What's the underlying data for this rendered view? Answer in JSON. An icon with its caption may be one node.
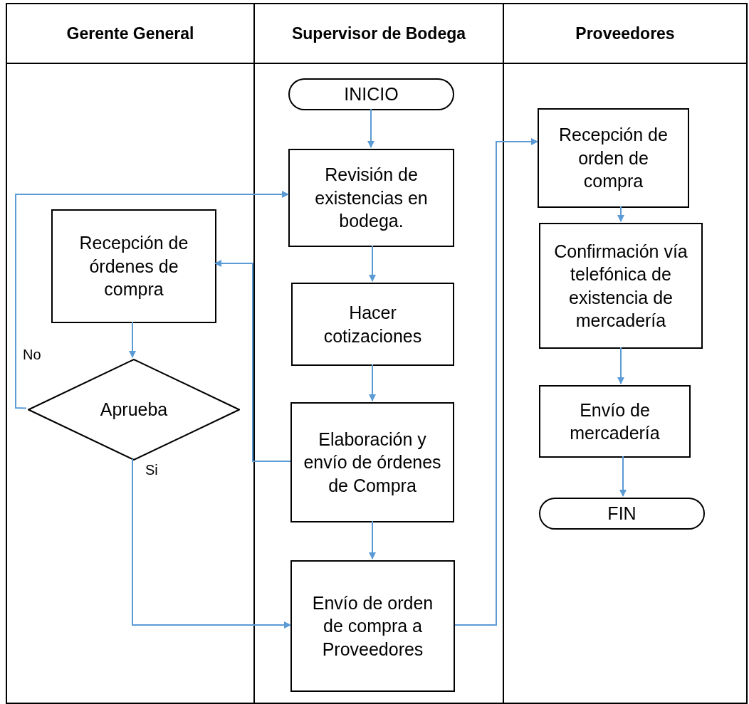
{
  "diagram": {
    "nodes": [
      {
        "text": [
          "Gerente General"
        ]
      },
      {
        "text": [
          "Supervisor de Bodega"
        ]
      },
      {
        "text": [
          "Proveedores"
        ]
      },
      {
        "text": [
          "Recepción de órdenes de compra"
        ],
        "in": 0
      },
      {
        "text": [
          "Aprueba"
        ],
        "in": 0
      },
      {
        "text": [
          "INICIO"
        ],
        "in": 1
      },
      {
        "text": [
          "Revisión de existencias en bodega."
        ],
        "in": 1
      },
      {
        "text": [
          "Hacer cotizaciones"
        ],
        "in": 1
      },
      {
        "text": [
          "Elaboración y envío de órdenes de Compra"
        ],
        "in": 1
      },
      {
        "text": [
          "Envío de orden de compra a Proveedores"
        ],
        "in": 1
      },
      {
        "text": [
          "Recepción de orden de compra"
        ],
        "in": 2
      },
      {
        "text": [
          "Confirmación vía telefónica de existencia de mercadería"
        ],
        "in": 2
      },
      {
        "text": [
          "Envío de mercadería"
        ],
        "in": 2
      },
      {
        "text": [
          "FIN"
        ],
        "in": 2
      }
    ],
    "edges": [
      {
        "from": 5,
        "to": 6,
        "arrow": "to"
      },
      {
        "from": 6,
        "to": 7,
        "arrow": "to"
      },
      {
        "from": 7,
        "to": 8,
        "arrow": "to"
      },
      {
        "from": 8,
        "to": 9,
        "arrow": "to"
      },
      {
        "from": 8,
        "to": 3,
        "arrow": "to"
      },
      {
        "from": 3,
        "to": 4,
        "arrow": "to"
      },
      {
        "from": 4,
        "to": 6,
        "label": "No",
        "arrow": "to"
      },
      {
        "from": 4,
        "to": 9,
        "label": "Si",
        "arrow": "to"
      },
      {
        "from": 9,
        "to": 10,
        "arrow": "to"
      },
      {
        "from": 10,
        "to": 11,
        "arrow": "to"
      },
      {
        "from": 11,
        "to": 12,
        "arrow": "to"
      },
      {
        "from": 12,
        "to": 13,
        "arrow": "to"
      }
    ]
  }
}
